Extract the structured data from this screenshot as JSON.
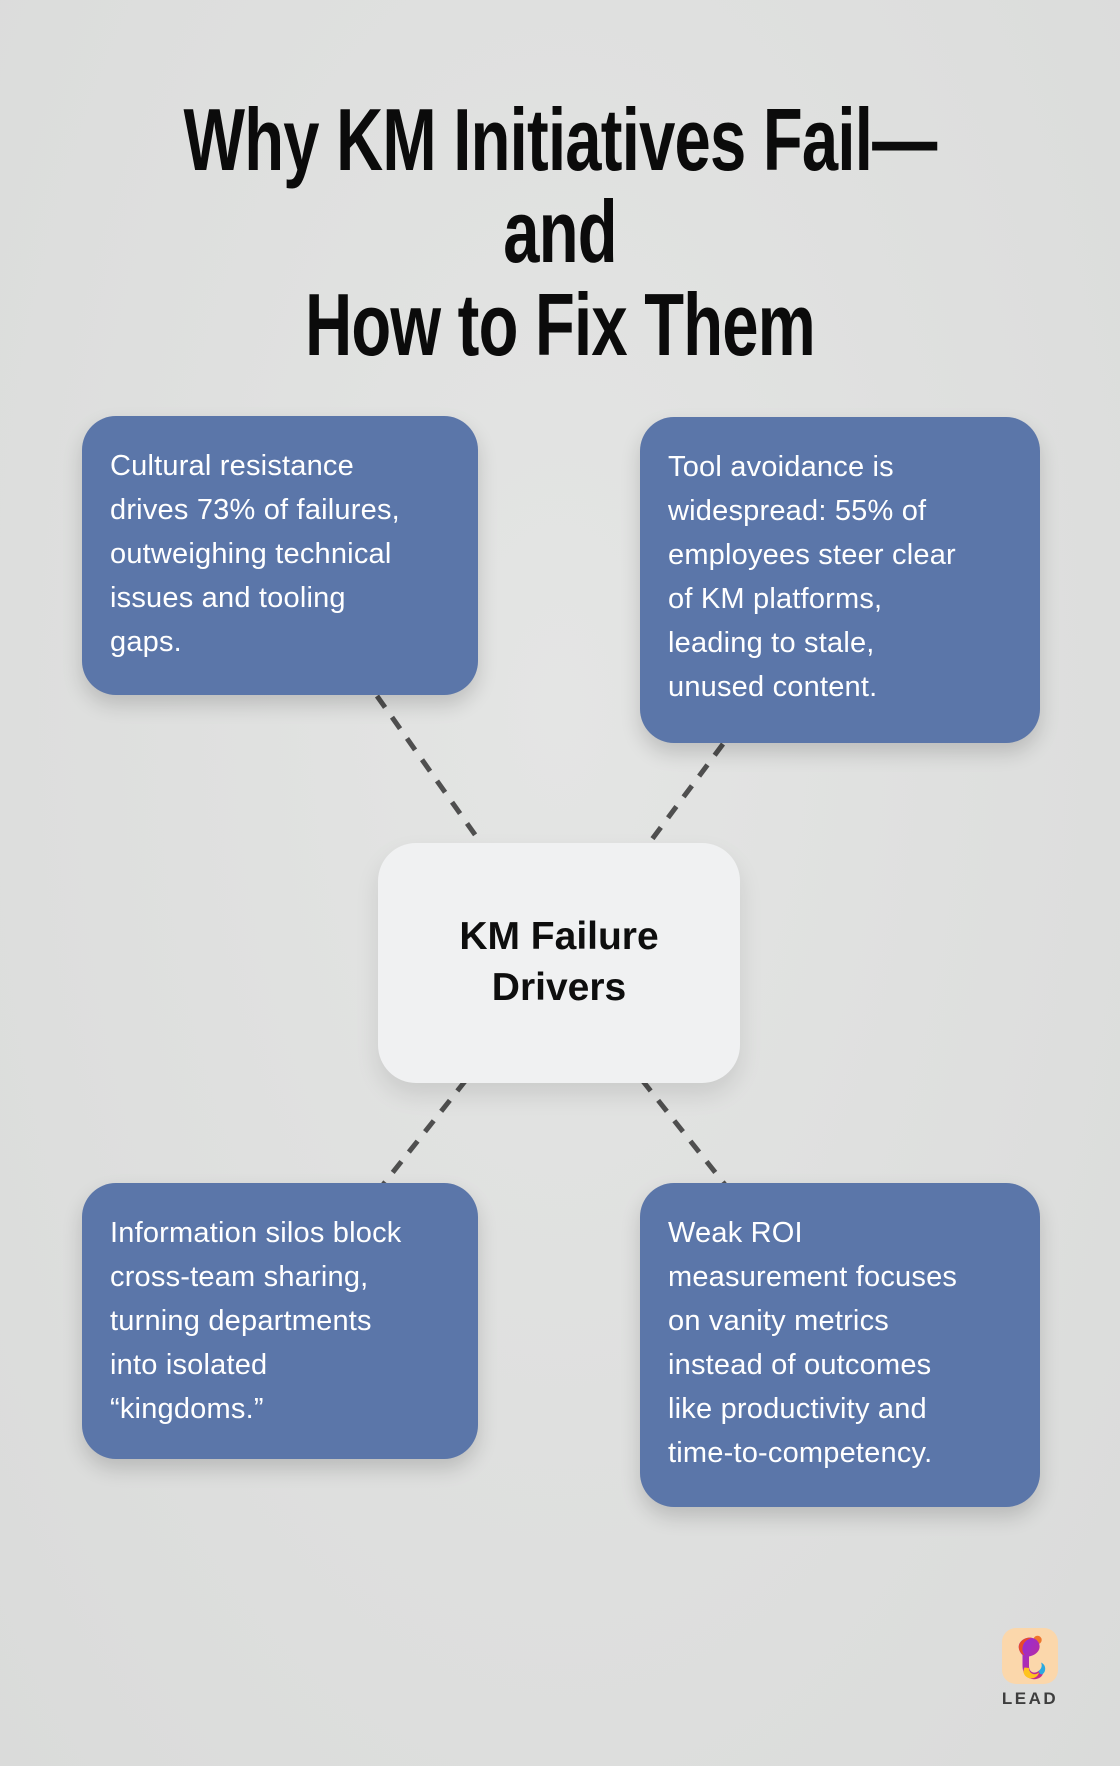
{
  "page": {
    "title": "Why KM Initiatives Fail—and\nHow to Fix Them"
  },
  "center": {
    "label": "KM Failure\nDrivers"
  },
  "nodes": [
    {
      "id": "cultural-resistance",
      "position": "top-left",
      "text": "Cultural resistance\ndrives 73% of failures,\noutweighing technical\nissues and tooling\ngaps."
    },
    {
      "id": "tool-avoidance",
      "position": "top-right",
      "text": "Tool avoidance is\nwidespread: 55% of\nemployees steer clear\nof KM platforms,\nleading to stale,\nunused content."
    },
    {
      "id": "information-silos",
      "position": "bottom-left",
      "text": "Information silos block\ncross-team sharing,\nturning departments\ninto isolated\n“kingdoms.”"
    },
    {
      "id": "weak-roi",
      "position": "bottom-right",
      "text": "Weak ROI\nmeasurement focuses\non vanity metrics\ninstead of outcomes\nlike productivity and\ntime-to-competency."
    }
  ],
  "logo": {
    "label": "LEAD",
    "icon": "lead-ribbon-i-icon",
    "icon_colors": [
      "#e84b2a",
      "#8e2de2",
      "#ce2a7e",
      "#ffc31e",
      "#2ba9e0",
      "#f0752b"
    ]
  },
  "colors": {
    "page_bg": "#dfe0df",
    "title_text": "#0b0b0b",
    "node_fill": "#5b76a9",
    "node_text": "#ffffff",
    "center_fill": "#f0f1f2",
    "center_text": "#0e0e0e",
    "connector": "#4f4f4f",
    "logo_bg": "#fbd7ab",
    "logo_text": "#3e3e3e"
  }
}
